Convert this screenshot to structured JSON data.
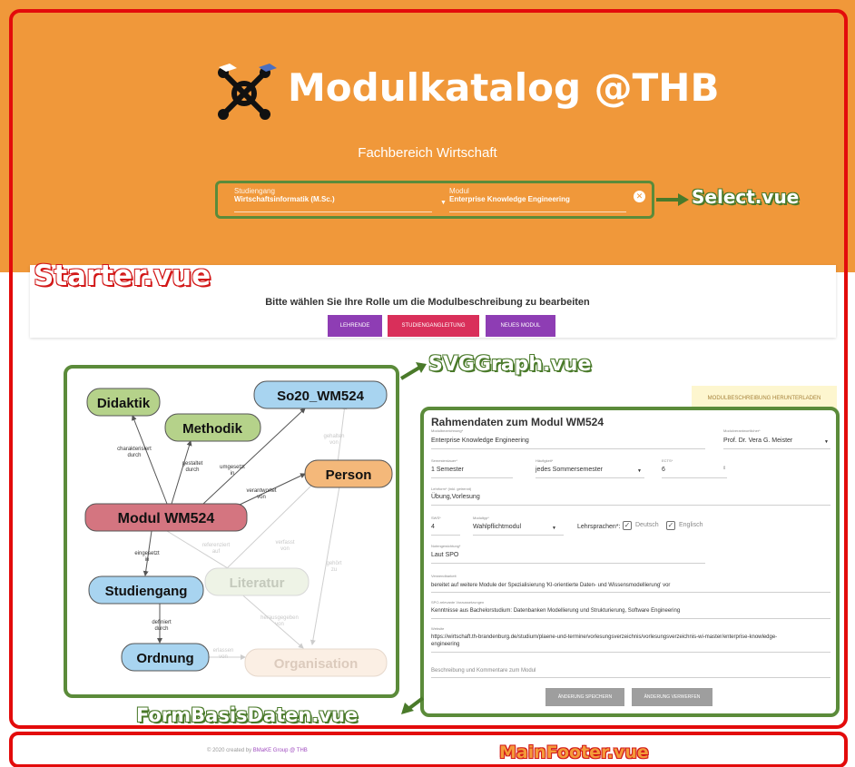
{
  "header": {
    "title": "Modulkatalog @THB",
    "subtitle": "Fachbereich Wirtschaft",
    "background_color": "#f0983a"
  },
  "select": {
    "studiengang_label": "Studiengang",
    "studiengang_value": "Wirtschaftsinformatik (M.Sc.)",
    "modul_label": "Modul",
    "modul_value": "Enterprise Knowledge Engineering",
    "clear_icon": "close-circle-icon"
  },
  "annotations": {
    "select": "Select.vue",
    "starter": "Starter.vue",
    "svggraph": "SVGGraph.vue",
    "form": "FormBasisDaten.vue",
    "footer": "MainFooter.vue"
  },
  "starter": {
    "prompt": "Bitte wählen Sie Ihre Rolle um die Modulbeschreibung zu bearbeiten",
    "buttons": [
      {
        "label": "LEHRENDE",
        "color": "#8e3db4"
      },
      {
        "label": "STUDIENGANGLEITUNG",
        "color": "#d92f5a"
      },
      {
        "label": "NEUES MODUL",
        "color": "#8e3db4"
      }
    ]
  },
  "graph": {
    "nodes": {
      "didaktik": "Didaktik",
      "methodik": "Methodik",
      "so20": "So20_WM524",
      "person": "Person",
      "modul": "Modul WM524",
      "literatur": "Literatur",
      "studiengang": "Studiengang",
      "ordnung": "Ordnung",
      "organisation": "Organisation"
    },
    "edges": {
      "charakterisiert": [
        "charakterisiert",
        "durch"
      ],
      "gestaltet": [
        "gestaltet",
        "durch"
      ],
      "umgesetzt": [
        "umgesetzt",
        "in"
      ],
      "verantwortet": [
        "verantwortet",
        "von"
      ],
      "gehalten": [
        "gehalten",
        "von"
      ],
      "eingesetzt": [
        "eingesetzt",
        "in"
      ],
      "referenziert": [
        "referenziert",
        "auf"
      ],
      "verfasst": [
        "verfasst",
        "von"
      ],
      "gehoert": [
        "gehört",
        "zu"
      ],
      "definiert": [
        "definiert",
        "durch"
      ],
      "herausgegeben": [
        "herausgegeben",
        "von"
      ],
      "erlassen": [
        "erlassen",
        "von"
      ]
    }
  },
  "form": {
    "download_label": "MODULBESCHREIBUNG HERUNTERLADEN",
    "title": "Rahmendaten zum Modul WM524",
    "fields": {
      "bezeichnung_label": "Modulbezeichnung*",
      "bezeichnung": "Enterprise Knowledge Engineering",
      "verantwortlicher_label": "Modulverantwortlicher*",
      "verantwortlicher": "Prof. Dr. Vera G. Meister",
      "dauer_label": "Semesterdauer*",
      "dauer": "1 Semester",
      "haeufigkeit_label": "Häufigkeit*",
      "haeufigkeit": "jedes Sommersemester",
      "ects_label": "ECTS*",
      "ects": "6",
      "lehrform_label": "Lehrform* (inkl. getrennt)",
      "lehrform": "Übung,Vorlesung",
      "sws_label": "SWS*",
      "sws": "4",
      "modultyp_label": "Modultyp*",
      "modultyp": "Wahlpflichtmodul",
      "lehrsprachen_label": "Lehrsprachen*:",
      "deutsch": "Deutsch",
      "englisch": "Englisch",
      "notengewichtung_label": "Notengewichtung*",
      "notengewichtung": "Laut SPO",
      "verwendbarkeit_label": "Verwendbarkeit",
      "verwendbarkeit": "bereitet auf weitere Module der Spezialisierung 'KI-orientierte Daten- und Wissensmodellierung' vor",
      "voraussetzungen_label": "SPO-relevante Voraussetzungen",
      "voraussetzungen": "Kenntnisse aus Bachelorstudium: Datenbanken Modellierung und Strukturierung, Software Engineering",
      "website_label": "Website",
      "website_line1": "https://wirtschaft.th-brandenburg.de/studium/plaene-und-termine/vorlesungsverzeichnis/vorlesungsverzeichnis-wi-master/enterprise-knowledge-",
      "website_line2": "engineering",
      "kommentar_placeholder": "Beschreibung und Kommentare zum Modul"
    },
    "save_label": "ÄNDERUNG SPEICHERN",
    "discard_label": "ÄNDERUNG VERWERFEN"
  },
  "footer": {
    "prefix": "© 2020 created by ",
    "link": "BMaKE Group @ THB"
  }
}
